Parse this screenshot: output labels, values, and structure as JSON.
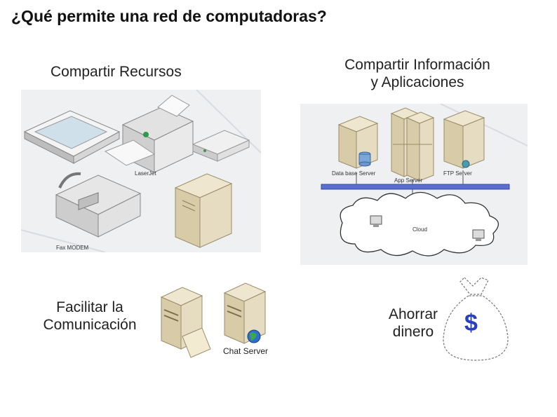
{
  "slide": {
    "title": "¿Qué permite una red de computadoras?"
  },
  "sections": {
    "resources": {
      "label": "Compartir Recursos",
      "printer_label": "LaserJet",
      "fax_label": "Fax MODEM"
    },
    "info": {
      "label_line1": "Compartir Información",
      "label_line2": "y Aplicaciones",
      "db_server": "Data base Server",
      "app_server": "App Server",
      "ftp_server": "FTP Server",
      "cloud": "Cloud"
    },
    "communication": {
      "label_line1": "Facilitar la",
      "label_line2": "Comunicación",
      "chat_server": "Chat Server"
    },
    "savings": {
      "label_line1": "Ahorrar",
      "label_line2": "dinero",
      "symbol": "$"
    }
  },
  "colors": {
    "panel_bg": "#eef0f2",
    "server_body": "#e6dcc2",
    "server_dark": "#b8a984",
    "bus_blue": "#5b6fd1",
    "dollar_blue": "#2a3fbf"
  }
}
